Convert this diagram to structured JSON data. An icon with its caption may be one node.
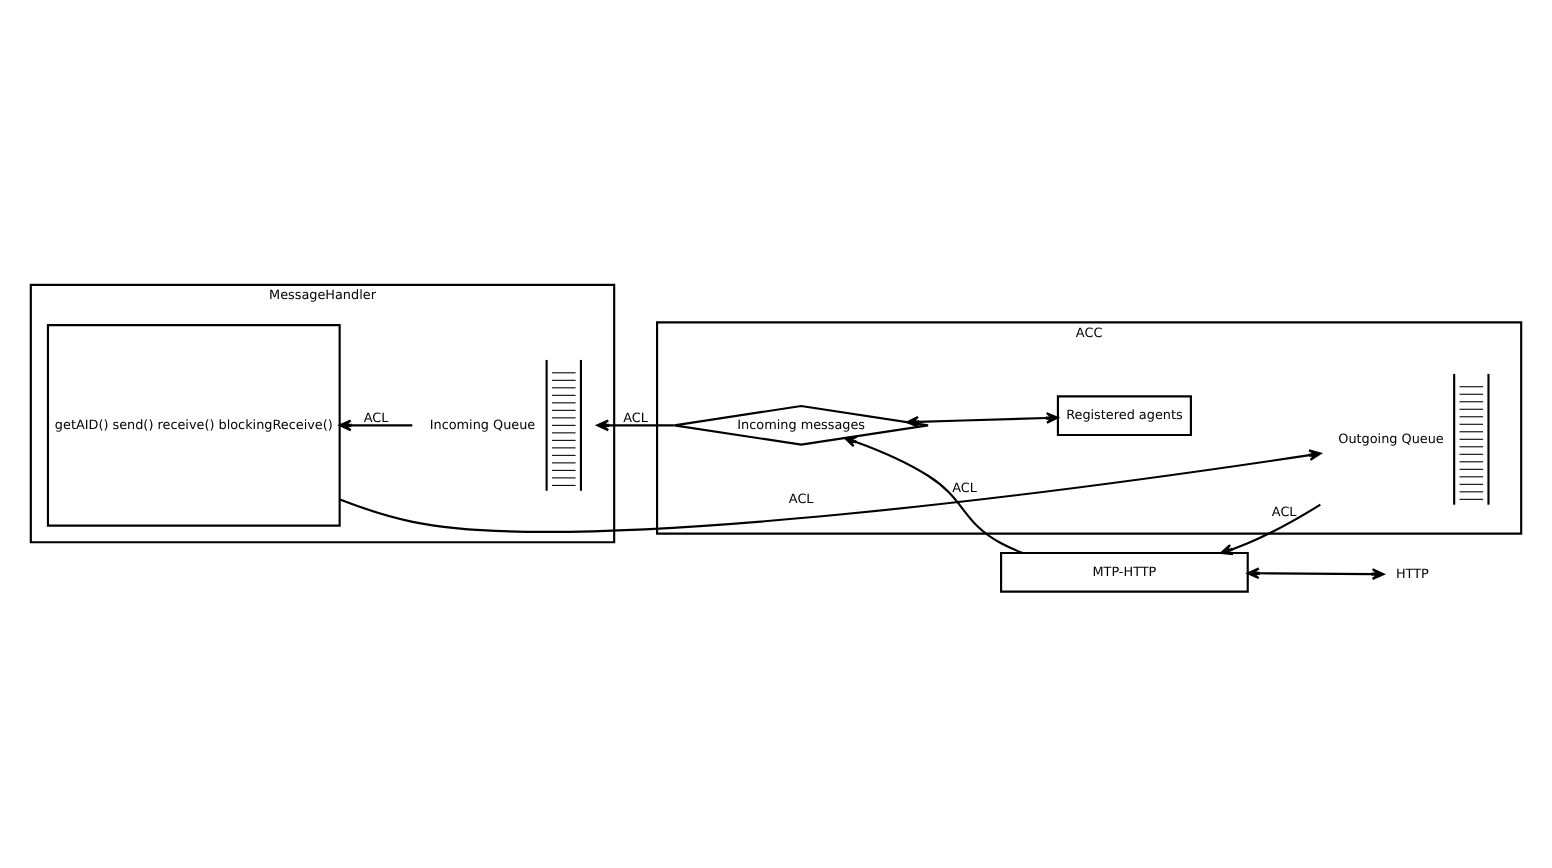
{
  "diagram": {
    "nodes": [
      {
        "text": [
          "MessageHandler"
        ]
      },
      {
        "text": [
          "getAID() send() receive() blockingReceive()"
        ],
        "in": 0
      },
      {
        "text": [
          "Incoming Queue"
        ],
        "in": 0
      },
      {
        "text": [
          "ACC"
        ]
      },
      {
        "text": [
          "Registered agents"
        ],
        "in": 3
      },
      {
        "text": [
          "Incoming messages"
        ],
        "in": 3
      },
      {
        "text": [
          "Outgoing Queue"
        ],
        "in": 3
      },
      {
        "text": [
          "MTP-HTTP"
        ]
      },
      {
        "text": [
          "HTTP"
        ]
      }
    ],
    "edges": [
      {
        "from": 1,
        "to": 6,
        "arrow": "to",
        "label": "ACL"
      },
      {
        "from": 4,
        "to": 5,
        "arrow": "both"
      },
      {
        "from": 5,
        "to": 2,
        "arrow": "to",
        "label": "ACL"
      },
      {
        "from": 2,
        "to": 1,
        "arrow": "to",
        "label": "ACL"
      },
      {
        "from": 7,
        "to": 5,
        "arrow": "to",
        "label": "ACL"
      },
      {
        "from": 6,
        "to": 7,
        "arrow": "to",
        "label": "ACL"
      },
      {
        "from": 8,
        "to": 7,
        "arrow": "both"
      }
    ]
  }
}
